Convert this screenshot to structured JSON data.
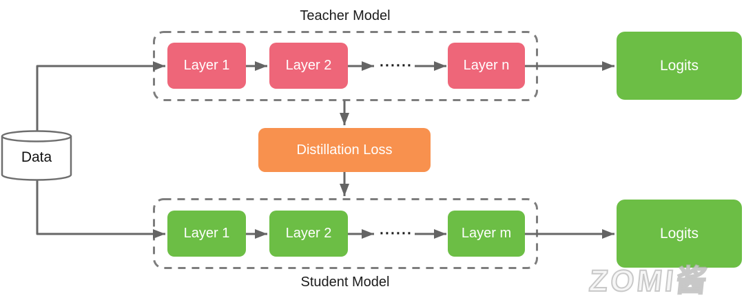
{
  "colors": {
    "teacher_layer": "#EE6679",
    "student_layer": "#6CBE45",
    "teacher_logits": "#6CBE45",
    "student_logits": "#6CBE45",
    "loss": "#F8914E",
    "line": "#666666",
    "dashed_border": "#7D7D7D"
  },
  "teacher": {
    "title": "Teacher Model",
    "layers": [
      {
        "label": "Layer 1"
      },
      {
        "label": "Layer 2"
      },
      {
        "label": "Layer n"
      }
    ],
    "ellipsis": "······",
    "logits_label": "Logits"
  },
  "student": {
    "title": "Student Model",
    "layers": [
      {
        "label": "Layer 1"
      },
      {
        "label": "Layer 2"
      },
      {
        "label": "Layer m"
      }
    ],
    "ellipsis": "······",
    "logits_label": "Logits"
  },
  "loss": {
    "label": "Distillation Loss"
  },
  "data_store": {
    "label": "Data"
  },
  "watermark": {
    "text": "ZOMI酱"
  }
}
